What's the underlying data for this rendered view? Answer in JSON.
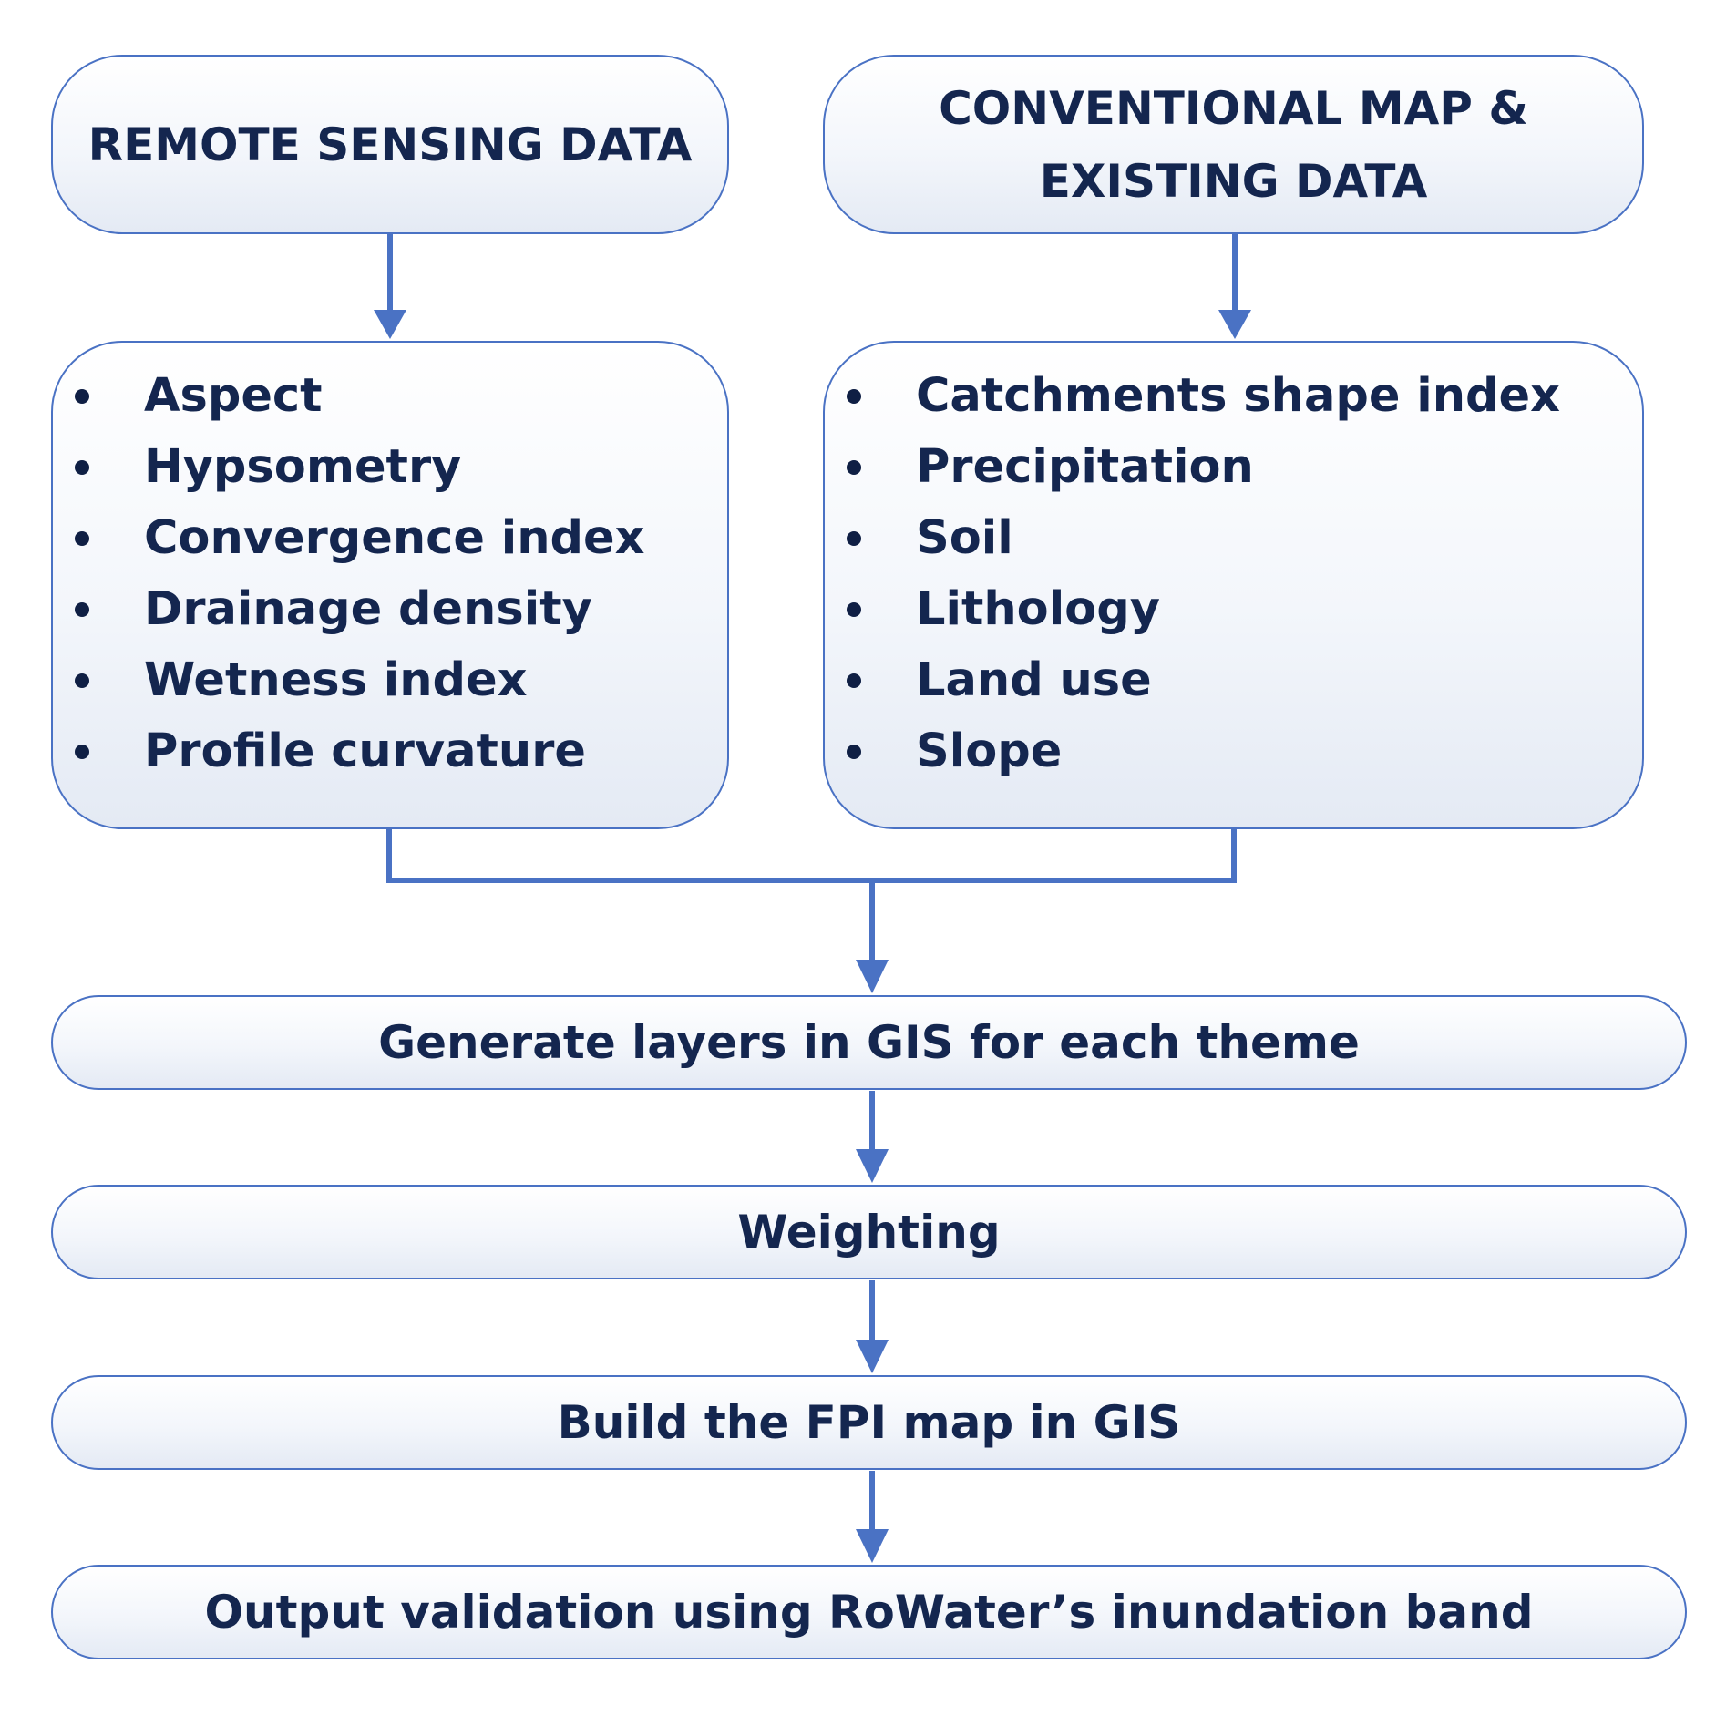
{
  "sources": {
    "remote_sensing": "REMOTE SENSING DATA",
    "conventional": "CONVENTIONAL MAP &\nEXISTING DATA"
  },
  "remote_factors": [
    "Aspect",
    "Hypsometry",
    "Convergence index",
    "Drainage density",
    "Wetness index",
    "Profile curvature"
  ],
  "conventional_factors": [
    "Catchments shape index",
    "Precipitation",
    "Soil",
    "Lithology",
    "Land use",
    "Slope"
  ],
  "steps": {
    "generate": "Generate layers in GIS for each theme",
    "weighting": "Weighting",
    "build": "Build the FPI map in GIS",
    "validation": "Output validation using RoWater’s inundation band"
  },
  "colors": {
    "border": "#4a72c4",
    "arrow": "#4a72c4",
    "text": "#14264f"
  }
}
